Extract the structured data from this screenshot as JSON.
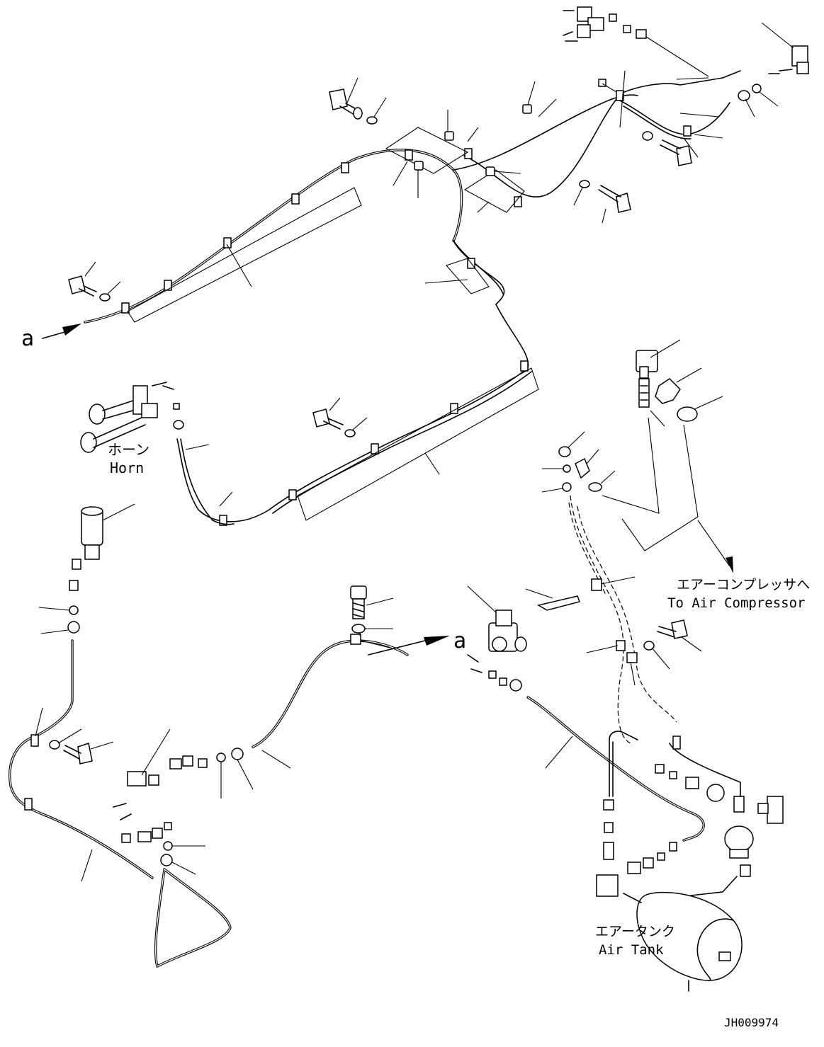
{
  "diagram": {
    "callouts": {
      "a_start": "a",
      "a_end": "a"
    },
    "labels": {
      "horn_jp": "ホーン",
      "horn_en": "Horn",
      "compressor_jp": "エアーコンプレッサへ",
      "compressor_en": "To Air Compressor",
      "tank_jp": "エアータンク",
      "tank_en": "Air Tank"
    },
    "drawing_number": "JH009974"
  }
}
